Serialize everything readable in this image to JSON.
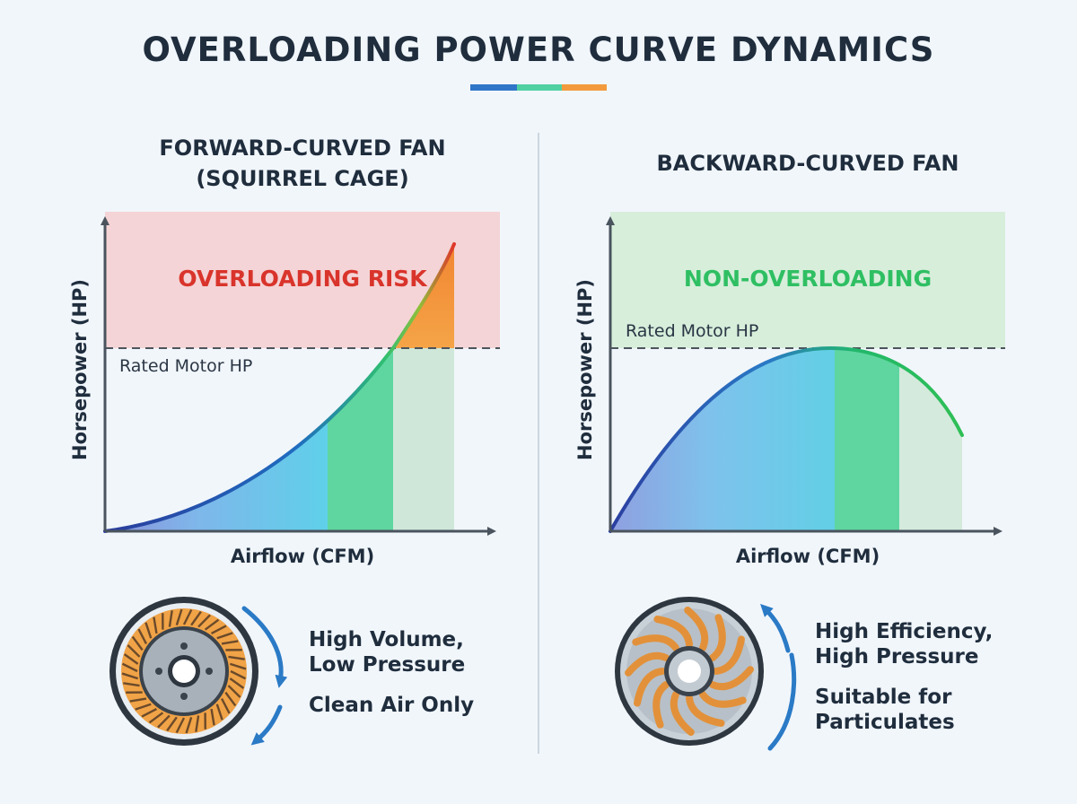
{
  "title": "OVERLOADING POWER CURVE DYNAMICS",
  "colors": {
    "accent_blue": "#2f76c8",
    "accent_green": "#4fd1a1",
    "accent_orange": "#f39a3c",
    "risk_red": "#d9342b",
    "safe_green": "#2fbf63",
    "curve_blue": "#1f4fa8"
  },
  "left_panel": {
    "title_line1": "FORWARD-CURVED FAN",
    "title_line2": "(SQUIRREL CAGE)",
    "zone_label": "OVERLOADING RISK",
    "rated_label": "Rated Motor HP",
    "x_axis_label": "Airflow (CFM)",
    "y_axis_label": "Horsepower (HP)",
    "icon": "forward-curved-fan-wheel-icon",
    "note_1_line1": "High Volume,",
    "note_1_line2": "Low Pressure",
    "note_2": "Clean Air Only"
  },
  "right_panel": {
    "title": "BACKWARD-CURVED FAN",
    "zone_label": "NON-OVERLOADING",
    "rated_label": "Rated Motor HP",
    "x_axis_label": "Airflow (CFM)",
    "y_axis_label": "Horsepower (HP)",
    "icon": "backward-curved-fan-wheel-icon",
    "note_1_line1": "High Efficiency,",
    "note_1_line2": "High Pressure",
    "note_2_line1": "Suitable for",
    "note_2_line2": "Particulates"
  },
  "chart_data": [
    {
      "type": "area",
      "title": "FORWARD-CURVED FAN (SQUIRREL CAGE)",
      "xlabel": "Airflow (CFM)",
      "ylabel": "Horsepower (HP)",
      "curve": "rising, exceeds rated motor HP at high airflow",
      "reference_line": "Rated Motor HP",
      "region_above_reference": "OVERLOADING RISK"
    },
    {
      "type": "area",
      "title": "BACKWARD-CURVED FAN",
      "xlabel": "Airflow (CFM)",
      "ylabel": "Horsepower (HP)",
      "curve": "rises to peak at rated motor HP then falls",
      "reference_line": "Rated Motor HP",
      "region_above_reference": "NON-OVERLOADING"
    }
  ]
}
